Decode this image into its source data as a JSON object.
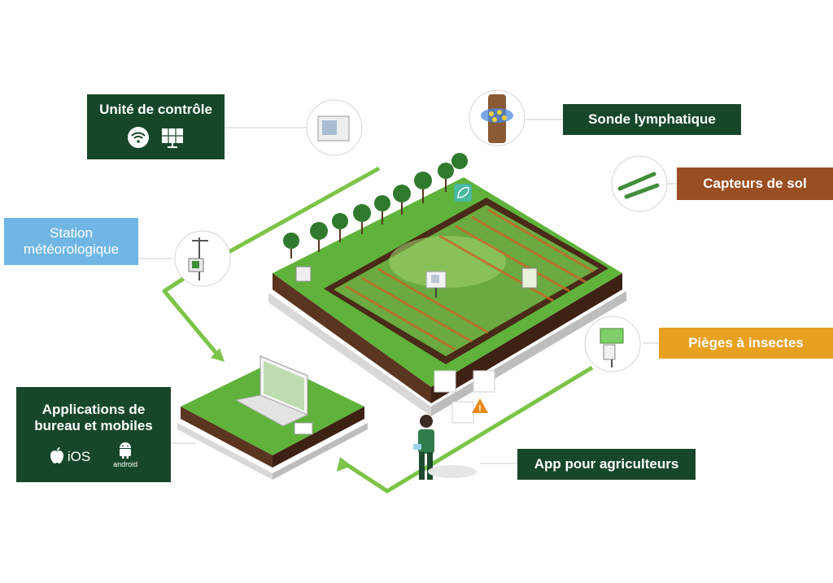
{
  "labels": {
    "control_unit": "Unité de contrôle",
    "sap_probe": "Sonde lymphatique",
    "weather_station_line1": "Station",
    "weather_station_line2": "météorologique",
    "soil_sensors": "Capteurs de sol",
    "insect_traps": "Pièges à insectes",
    "apps_line1": "Applications de",
    "apps_line2": "bureau et mobiles",
    "ios": "iOS",
    "android": "android",
    "farmer_app": "App pour agriculteurs"
  },
  "colors": {
    "dark_green": "#17472a",
    "light_blue": "#6fb6e4",
    "brown": "#9a4f22",
    "orange": "#e8a020",
    "grass": "#5fb33a",
    "soil": "#4a2a18"
  },
  "icons": [
    "wifi-icon",
    "solar-panel-icon",
    "apple-icon",
    "android-icon",
    "leaf-icon",
    "warning-icon"
  ]
}
